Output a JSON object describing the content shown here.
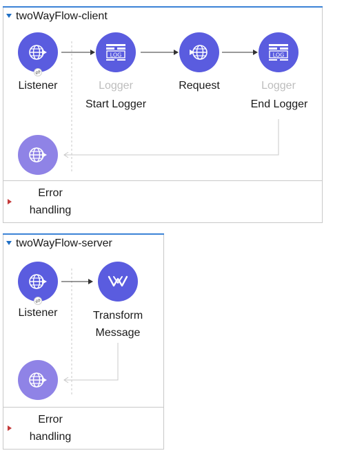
{
  "flows": {
    "client": {
      "title": "twoWayFlow-client",
      "nodes": {
        "listener": {
          "label": "Listener",
          "icon": "globe-listener-icon"
        },
        "start_logger": {
          "type_label": "Logger",
          "name": "Start Logger",
          "icon": "log-icon"
        },
        "request": {
          "label": "Request",
          "icon": "globe-request-icon"
        },
        "end_logger": {
          "type_label": "Logger",
          "name": "End Logger",
          "icon": "log-icon"
        },
        "response": {
          "icon": "globe-response-icon"
        }
      },
      "error_handling": {
        "line1": "Error",
        "line2": "handling"
      }
    },
    "server": {
      "title": "twoWayFlow-server",
      "nodes": {
        "listener": {
          "label": "Listener",
          "icon": "globe-listener-icon"
        },
        "transform": {
          "line1": "Transform",
          "line2": "Message",
          "icon": "dataweave-icon"
        },
        "response": {
          "icon": "globe-response-icon"
        }
      },
      "error_handling": {
        "line1": "Error",
        "line2": "handling"
      }
    }
  },
  "colors": {
    "node": "#5a5cdf",
    "node_light": "#8f83e6",
    "accent_border": "#3b82d6",
    "error_caret": "#c43a3a",
    "muted_text": "#bdbdbd"
  }
}
